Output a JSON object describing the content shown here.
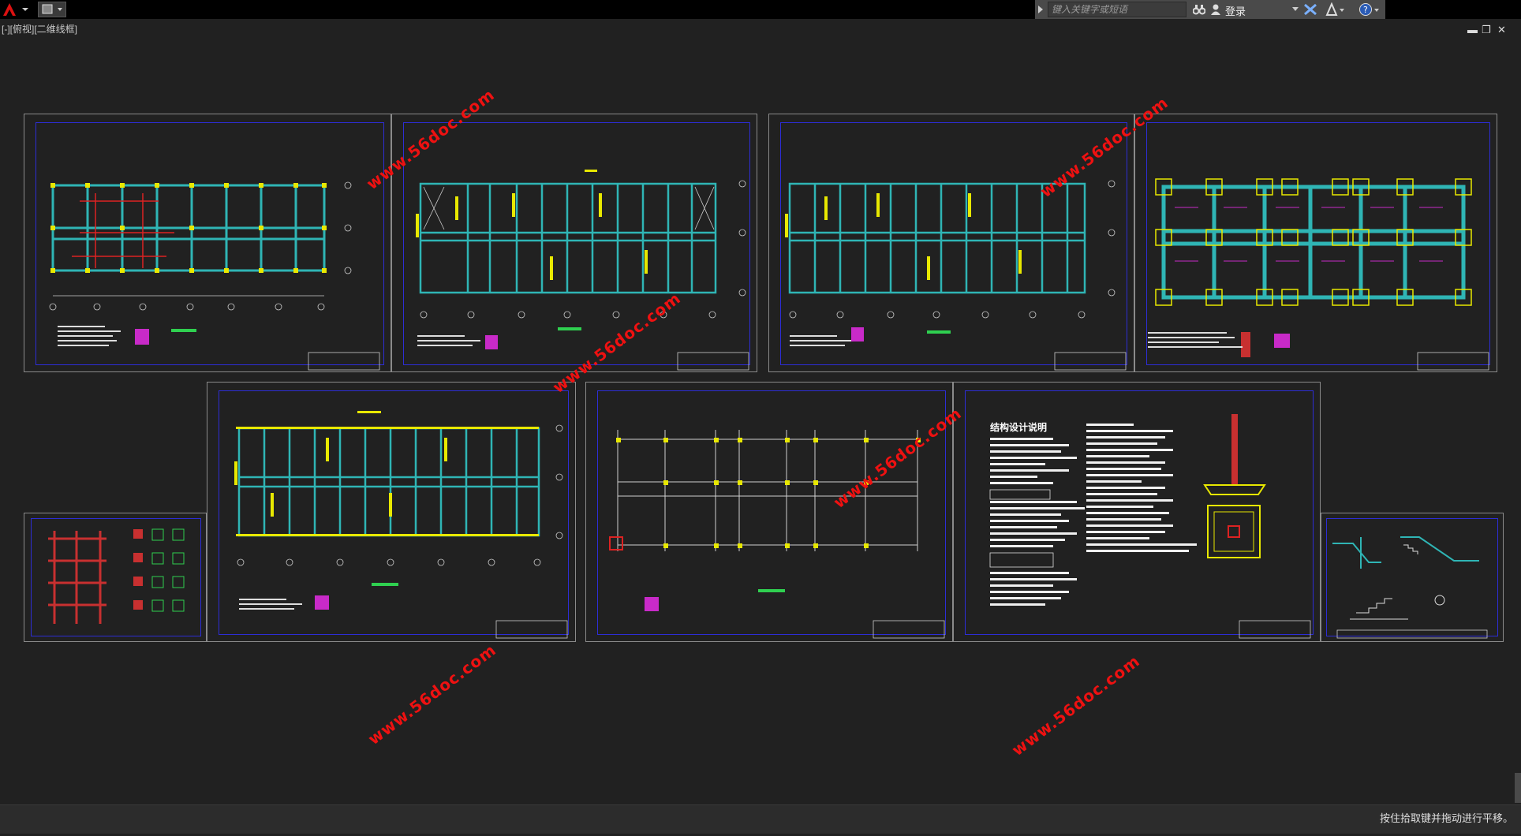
{
  "toolbar": {
    "search_placeholder": "键入关键字或短语",
    "login_label": "登录"
  },
  "viewport": {
    "view_label": "[-][俯视][二维线框]"
  },
  "drawing_sheets": [
    {
      "name": "sheet-1"
    },
    {
      "name": "sheet-2"
    },
    {
      "name": "sheet-3"
    },
    {
      "name": "sheet-4"
    },
    {
      "name": "sheet-5"
    },
    {
      "name": "sheet-6"
    },
    {
      "name": "sheet-7"
    },
    {
      "name": "sheet-8"
    },
    {
      "name": "sheet-9"
    }
  ],
  "sheet_titles": {
    "design_notes_heading": "结构设计说明"
  },
  "watermarks": [
    "www.56doc.com",
    "www.56doc.com",
    "www.56doc.com",
    "www.56doc.com",
    "www.56doc.com",
    "www.56doc.com"
  ],
  "status": {
    "message": "按住拾取键并拖动进行平移。"
  },
  "icons": [
    "autocad-app-icon",
    "quick-access-icon",
    "binoculars-icon",
    "user-icon",
    "exchange-icon",
    "a360-icon",
    "help-icon",
    "minimize-icon",
    "restore-icon",
    "close-icon"
  ],
  "colors": {
    "background": "#212121",
    "frame_blue": "#2d2dd6",
    "beam_cyan": "#2fb5b5",
    "column_yellow": "#e8e800",
    "watermark_red": "#ee1111"
  }
}
